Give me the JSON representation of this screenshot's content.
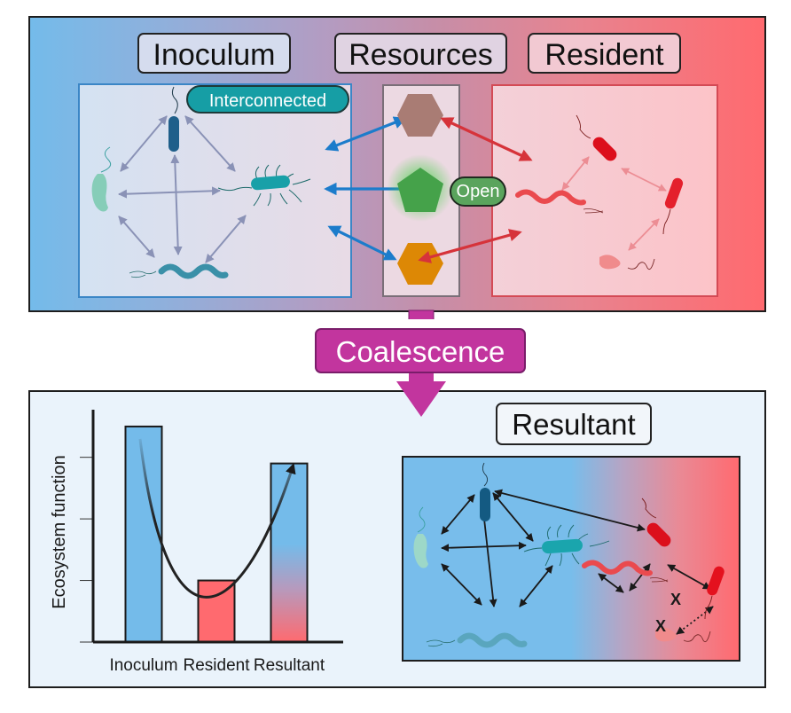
{
  "top": {
    "labels": {
      "inoculum": "Inoculum",
      "resources": "Resources",
      "resident": "Resident"
    },
    "tags": {
      "interconnected": "Interconnected",
      "open": "Open"
    },
    "resources": [
      {
        "shape": "hexagon",
        "color": "#a97c74"
      },
      {
        "shape": "pentagon",
        "color": "#45a24a",
        "glow": true
      },
      {
        "shape": "hexagon",
        "color": "#dd8805"
      }
    ]
  },
  "process": {
    "label": "Coalescence",
    "color": "#c2359e"
  },
  "bottom": {
    "resultant_label": "Resultant",
    "excluded_marker": "X"
  },
  "colors": {
    "inoculum": "#74bbea",
    "resident": "#ff6a6f",
    "arrow_inoculum": "#1c7ccb",
    "arrow_resident": "#d6333a"
  },
  "chart_data": {
    "type": "bar",
    "title": "",
    "xlabel": "",
    "ylabel": "Ecosystem function",
    "categories": [
      "Inoculum",
      "Resident",
      "Resultant"
    ],
    "values": [
      3.5,
      1.0,
      2.9
    ],
    "bar_colors": [
      "#74bbea",
      "#ff6a6f",
      "gradient:#74bbea-#ff6a6f"
    ],
    "ylim": [
      0,
      3.6
    ],
    "yticks": [
      0,
      1,
      2,
      3
    ],
    "ytick_labels_shown": false,
    "annotation": "curved arrow from Inoculum through Resident up to Resultant",
    "grid": false,
    "legend": "none"
  }
}
